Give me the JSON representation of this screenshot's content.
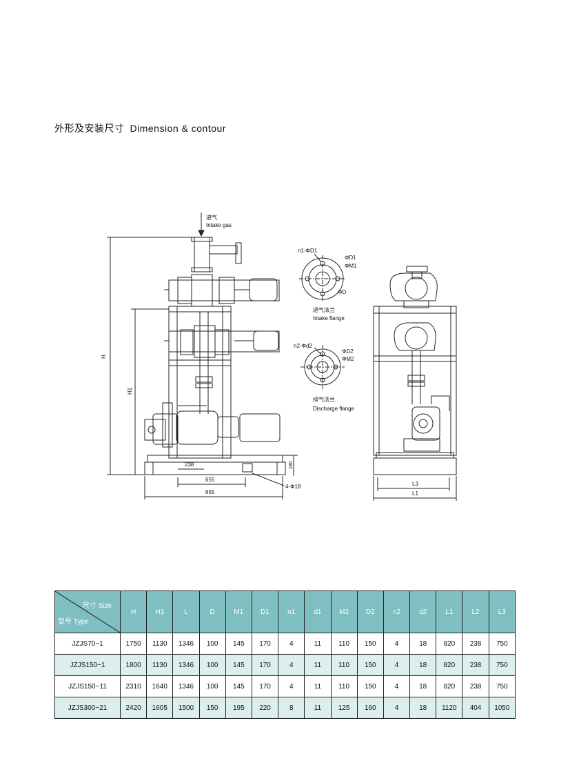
{
  "heading": {
    "cn": "外形及安装尺寸",
    "en": "Dimension  &  contour"
  },
  "drawing": {
    "intake_cn": "进气",
    "intake_en": "Intake gas",
    "intake_flange_cn": "进气法兰",
    "intake_flange_en": "Intake flange",
    "discharge_flange_cn": "排气法兰",
    "discharge_flange_en": "Discharge flange",
    "label_n1": "n1-ΦD1",
    "label_D1": "ΦD1",
    "label_M1": "ΦM1",
    "label_D": "ΦD",
    "label_n2": "n2-Φd2",
    "label_D2": "ΦD2",
    "label_M2": "ΦM2",
    "dim_H": "H",
    "dim_H1": "H1",
    "dim_238": "238",
    "dim_655a": "655",
    "dim_655b": "655",
    "dim_180": "180",
    "dim_bolt": "4-Φ18",
    "dim_L3": "L3",
    "dim_L1": "L1"
  },
  "table": {
    "corner_size": "尺寸 Size",
    "corner_type": "型号 Type",
    "columns": [
      "H",
      "H1",
      "L",
      "D",
      "M1",
      "D1",
      "n1",
      "d1",
      "M2",
      "D2",
      "n2",
      "d2",
      "L1",
      "L2",
      "L3"
    ],
    "rows": [
      {
        "type": "JZJS70−1",
        "values": [
          "1750",
          "1130",
          "1346",
          "100",
          "145",
          "170",
          "4",
          "11",
          "110",
          "150",
          "4",
          "18",
          "820",
          "238",
          "750"
        ]
      },
      {
        "type": "JZJS150−1",
        "values": [
          "1800",
          "1130",
          "1346",
          "100",
          "145",
          "170",
          "4",
          "11",
          "110",
          "150",
          "4",
          "18",
          "820",
          "238",
          "750"
        ]
      },
      {
        "type": "JZJS150−11",
        "values": [
          "2310",
          "1640",
          "1346",
          "100",
          "145",
          "170",
          "4",
          "11",
          "110",
          "150",
          "4",
          "18",
          "820",
          "238",
          "750"
        ]
      },
      {
        "type": "JZJS300−21",
        "values": [
          "2420",
          "1605",
          "1500",
          "150",
          "195",
          "220",
          "8",
          "11",
          "125",
          "160",
          "4",
          "18",
          "1120",
          "404",
          "1050"
        ]
      }
    ]
  }
}
